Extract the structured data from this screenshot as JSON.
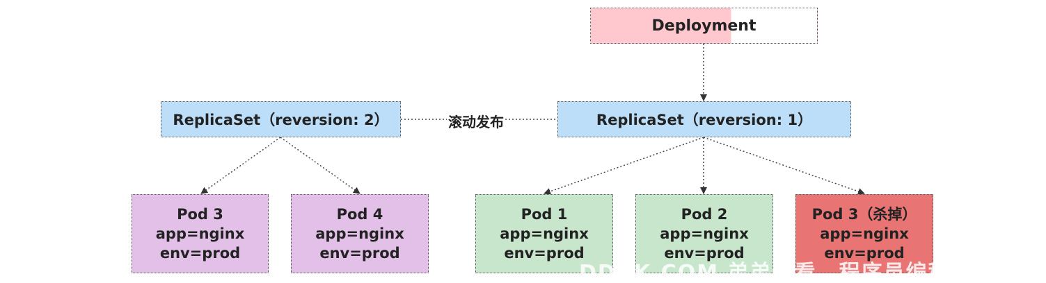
{
  "diagram": {
    "deployment": {
      "label": "Deployment",
      "colors": {
        "fill": "#ffc8ce",
        "border": "#555555"
      }
    },
    "replicasets": [
      {
        "id": "rs-rev2",
        "label": "ReplicaSet（reversion: 2）",
        "color": "#bcdef9"
      },
      {
        "id": "rs-rev1",
        "label": "ReplicaSet（reversion: 1）",
        "color": "#bcdef9"
      }
    ],
    "rolling_update_label": "滚动发布",
    "pods": [
      {
        "name": "Pod 3",
        "label1": "app=nginx",
        "label2": "env=prod",
        "color": "#e2c0e8",
        "owner": "rs-rev2"
      },
      {
        "name": "Pod 4",
        "label1": "app=nginx",
        "label2": "env=prod",
        "color": "#e2c0e8",
        "owner": "rs-rev2"
      },
      {
        "name": "Pod 1",
        "label1": "app=nginx",
        "label2": "env=prod",
        "color": "#c8e6cc",
        "owner": "rs-rev1"
      },
      {
        "name": "Pod 2",
        "label1": "app=nginx",
        "label2": "env=prod",
        "color": "#c8e6cc",
        "owner": "rs-rev1"
      },
      {
        "name": "Pod 3（杀掉）",
        "label1": "app=nginx",
        "label2": "env=prod",
        "color": "#e87474",
        "owner": "rs-rev1"
      }
    ],
    "edges": [
      {
        "from": "deployment",
        "to": "rs-rev1",
        "type": "arrow"
      },
      {
        "from": "rs-rev2",
        "to": "rs-rev1",
        "type": "line",
        "label": "滚动发布"
      },
      {
        "from": "rs-rev2",
        "to": "pod-3",
        "type": "arrow"
      },
      {
        "from": "rs-rev2",
        "to": "pod-4",
        "type": "arrow"
      },
      {
        "from": "rs-rev1",
        "to": "pod-1",
        "type": "arrow"
      },
      {
        "from": "rs-rev1",
        "to": "pod-2",
        "type": "arrow"
      },
      {
        "from": "rs-rev1",
        "to": "pod-3-killed",
        "type": "arrow"
      }
    ],
    "watermark": "DDKK.COM 弟弟快看，程序员编程资料站"
  }
}
